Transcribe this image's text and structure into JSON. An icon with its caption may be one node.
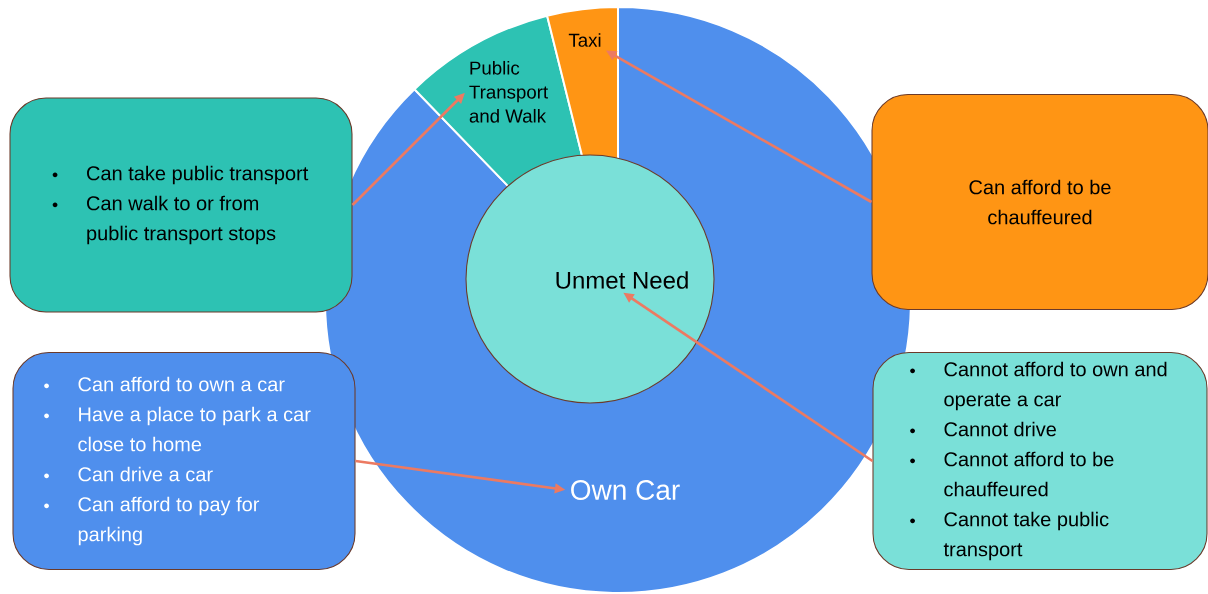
{
  "diagram": {
    "nodes": [
      {
        "text": [
          "Taxi"
        ]
      },
      {
        "text": [
          "Public Transport and Walk"
        ]
      },
      {
        "text": [
          "Can take public transport",
          "Can walk to or from public transport stops"
        ]
      },
      {
        "text": [
          "Can afford to be chauffeured"
        ]
      },
      {
        "text": [
          "Unmet Need"
        ]
      },
      {
        "text": [
          "Own Car"
        ]
      },
      {
        "text": [
          "Can afford to own a car",
          "Have a place to park a car close to home",
          "Can drive a car",
          "Can afford to pay for parking"
        ]
      },
      {
        "text": [
          "Cannot afford to own and operate a car",
          "Cannot drive",
          "Cannot afford to be chauffeured",
          "Cannot take public transport"
        ]
      }
    ],
    "edges": [
      {
        "from": 2,
        "to": 1,
        "arrow": "to"
      },
      {
        "from": 3,
        "to": 0,
        "arrow": "to"
      },
      {
        "from": 6,
        "to": 5,
        "arrow": "to"
      },
      {
        "from": 7,
        "to": 4,
        "arrow": "to"
      }
    ]
  }
}
